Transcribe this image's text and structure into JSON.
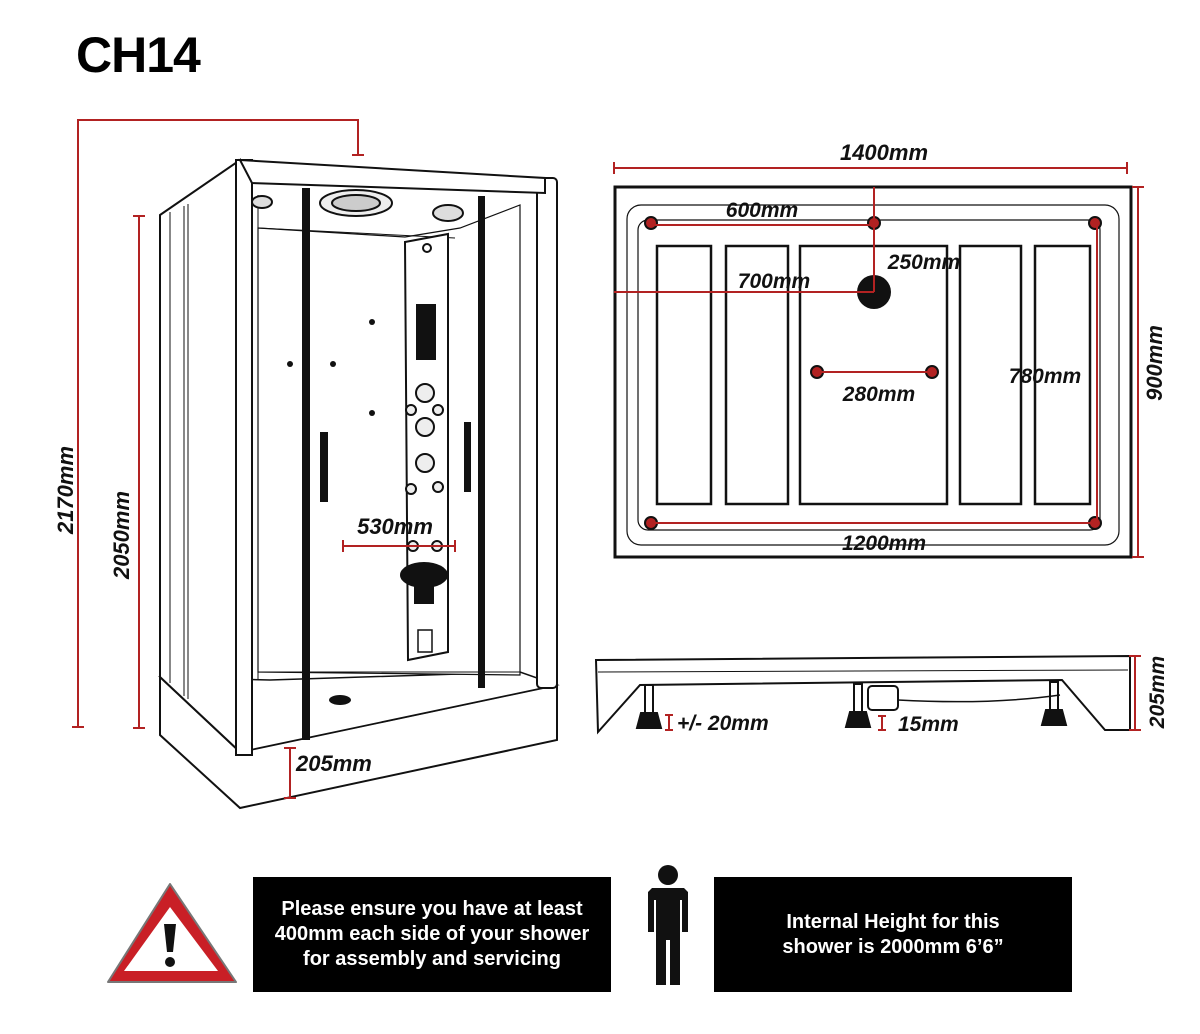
{
  "title": "CH14",
  "dimensions": {
    "total_height": "2170mm",
    "enclosure_height": "2050mm",
    "panel_width": "530mm",
    "tray_height_side": "205mm",
    "tray_length": "1400mm",
    "tray_depth": "900mm",
    "drain_offset_x": "600mm",
    "drain_offset_long": "700mm",
    "drain_offset_y": "250mm",
    "inner_foot_span": "280mm",
    "foot_span_depth": "780mm",
    "foot_span_length": "1200mm",
    "tray_height_profile": "205mm",
    "foot_adjust": "+/- 20mm",
    "waste_clearance": "15mm"
  },
  "notices": {
    "clearance": "Please ensure you have at least 400mm each side of your shower for assembly and servicing",
    "internal_height": "Internal Height for this shower is 2000mm 6’6”"
  },
  "icons": {
    "warning": "warning-triangle-icon",
    "person": "person-silhouette-icon"
  },
  "colors": {
    "dimension_line": "#b22222",
    "warning_red": "#c91f26",
    "notice_bg": "#000000"
  }
}
